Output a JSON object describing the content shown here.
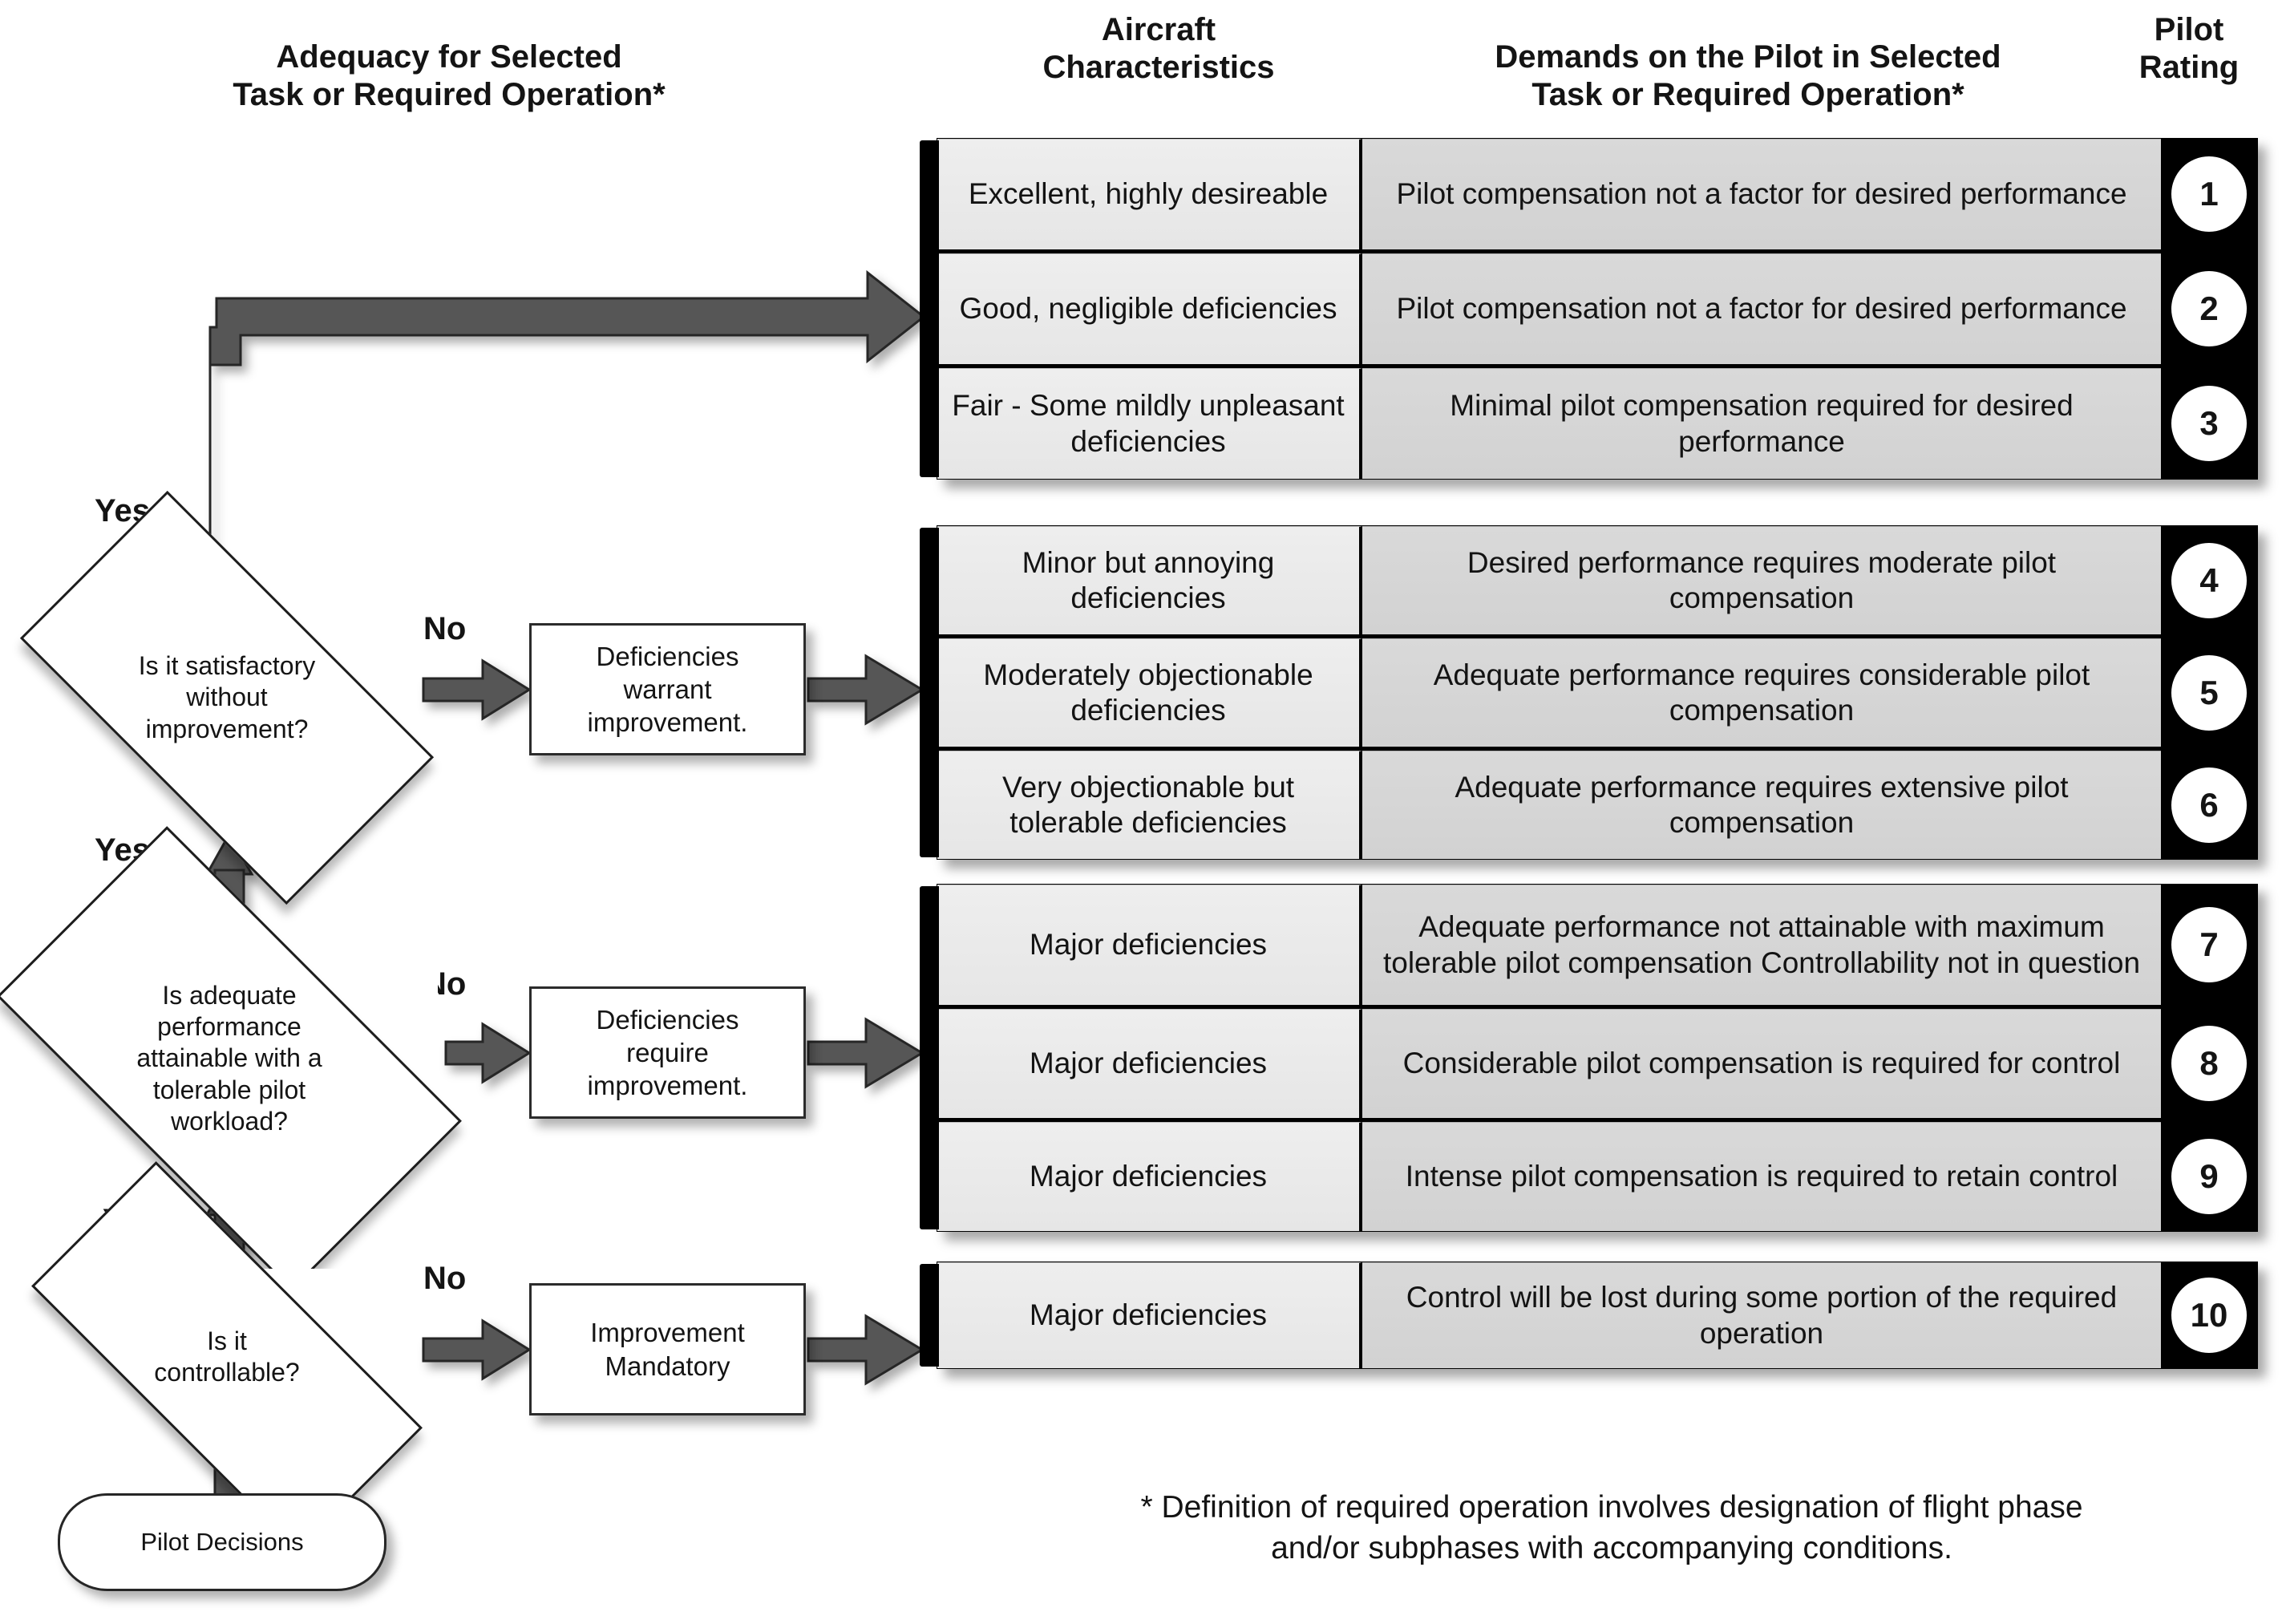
{
  "headers": {
    "adequacy": "Adequacy for Selected\nTask or Required  Operation*",
    "aircraft": "Aircraft\nCharacteristics",
    "demands": "Demands on the Pilot in Selected\nTask or Required Operation*",
    "rating": "Pilot\nRating"
  },
  "columns": [
    "Aircraft Characteristics",
    "Demands on the Pilot in Selected Task or Required Operation*",
    "Pilot Rating"
  ],
  "groups": [
    {
      "id": "group-a",
      "rows": [
        {
          "characteristic": "Excellent, highly desireable",
          "demand": "Pilot compensation not a factor for desired performance",
          "rating": "1"
        },
        {
          "characteristic": "Good, negligible deficiencies",
          "demand": "Pilot compensation not a factor for desired performance",
          "rating": "2"
        },
        {
          "characteristic": "Fair - Some mildly unpleasant deficiencies",
          "demand": "Minimal pilot compensation required for desired performance",
          "rating": "3"
        }
      ]
    },
    {
      "id": "group-b",
      "rows": [
        {
          "characteristic": "Minor but annoying deficiencies",
          "demand": "Desired performance requires moderate pilot compensation",
          "rating": "4"
        },
        {
          "characteristic": "Moderately objectionable deficiencies",
          "demand": "Adequate performance requires considerable pilot compensation",
          "rating": "5"
        },
        {
          "characteristic": "Very objectionable but tolerable deficiencies",
          "demand": "Adequate performance requires extensive pilot compensation",
          "rating": "6"
        }
      ]
    },
    {
      "id": "group-c",
      "rows": [
        {
          "characteristic": "Major deficiencies",
          "demand": "Adequate performance not attainable with maximum tolerable pilot compensation Controllability not in question",
          "rating": "7"
        },
        {
          "characteristic": "Major deficiencies",
          "demand": "Considerable pilot compensation is required for control",
          "rating": "8"
        },
        {
          "characteristic": "Major deficiencies",
          "demand": "Intense pilot compensation is required to retain control",
          "rating": "9"
        }
      ]
    },
    {
      "id": "group-d",
      "rows": [
        {
          "characteristic": "Major deficiencies",
          "demand": "Control will be lost during some portion of the required operation",
          "rating": "10"
        }
      ]
    }
  ],
  "flow": {
    "decisions": [
      {
        "id": "dia-1",
        "text": "Is it satisfactory\nwithout\nimprovement?"
      },
      {
        "id": "dia-2",
        "text": "Is adequate\nperformance\nattainable with a\ntolerable pilot\nworkload?"
      },
      {
        "id": "dia-3",
        "text": "Is it\ncontrollable?"
      }
    ],
    "processes": [
      {
        "id": "box-1",
        "text": "Deficiencies\nwarrant\nimprovement."
      },
      {
        "id": "box-2",
        "text": "Deficiencies\nrequire\nimprovement."
      },
      {
        "id": "box-3",
        "text": "Improvement\nMandatory"
      }
    ],
    "terminal": "Pilot Decisions",
    "labels": {
      "yes1": "Yes",
      "yes2": "Yes",
      "yes3": "Yes",
      "no1": "No",
      "no2": "No",
      "no3": "No"
    }
  },
  "footnote": "* Definition of required operation involves designation of flight phase\nand/or subphases with accompanying conditions.",
  "colors": {
    "spine": "#000000",
    "characteristic_cell": "#ebebeb",
    "demand_cell": "#d6d6d6",
    "rating_cell": "#000000",
    "rating_circle": "#ffffff",
    "connector": "#565656",
    "text": "#141414"
  }
}
